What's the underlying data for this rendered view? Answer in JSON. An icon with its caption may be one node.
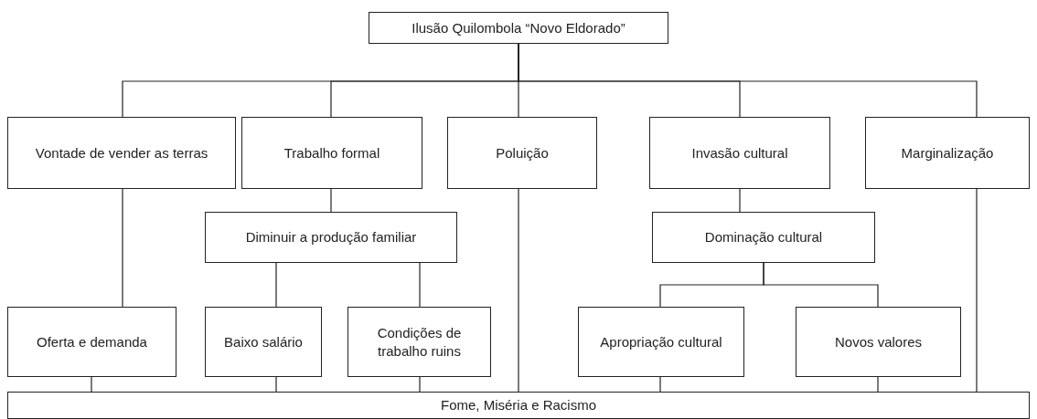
{
  "diagram": {
    "nodes": [
      {
        "text": [
          "Ilusão Quilombola “Novo Eldorado”"
        ]
      },
      {
        "text": [
          "Vontade de vender as terras"
        ]
      },
      {
        "text": [
          "Trabalho formal"
        ]
      },
      {
        "text": [
          "Poluição"
        ]
      },
      {
        "text": [
          "Invasão cultural"
        ]
      },
      {
        "text": [
          "Marginalização"
        ]
      },
      {
        "text": [
          "Diminuir a produção familiar"
        ]
      },
      {
        "text": [
          "Dominação cultural"
        ]
      },
      {
        "text": [
          "Oferta e demanda"
        ]
      },
      {
        "text": [
          "Baixo salário"
        ]
      },
      {
        "text": [
          "Condições de trabalho ruins"
        ]
      },
      {
        "text": [
          "Apropriação cultural"
        ]
      },
      {
        "text": [
          "Novos valores"
        ]
      },
      {
        "text": [
          "Fome, Miséria e Racismo"
        ]
      }
    ],
    "edges": [
      {
        "from": 0,
        "to": 1,
        "arrow": "none"
      },
      {
        "from": 0,
        "to": 2,
        "arrow": "none"
      },
      {
        "from": 0,
        "to": 3,
        "arrow": "none"
      },
      {
        "from": 0,
        "to": 4,
        "arrow": "none"
      },
      {
        "from": 0,
        "to": 5,
        "arrow": "none"
      },
      {
        "from": 2,
        "to": 6,
        "arrow": "none"
      },
      {
        "from": 4,
        "to": 7,
        "arrow": "none"
      },
      {
        "from": 1,
        "to": 8,
        "arrow": "none"
      },
      {
        "from": 6,
        "to": 9,
        "arrow": "none"
      },
      {
        "from": 6,
        "to": 10,
        "arrow": "none"
      },
      {
        "from": 7,
        "to": 11,
        "arrow": "none"
      },
      {
        "from": 7,
        "to": 12,
        "arrow": "none"
      },
      {
        "from": 8,
        "to": 13,
        "arrow": "none"
      },
      {
        "from": 9,
        "to": 13,
        "arrow": "none"
      },
      {
        "from": 10,
        "to": 13,
        "arrow": "none"
      },
      {
        "from": 3,
        "to": 13,
        "arrow": "none"
      },
      {
        "from": 11,
        "to": 13,
        "arrow": "none"
      },
      {
        "from": 12,
        "to": 13,
        "arrow": "none"
      },
      {
        "from": 5,
        "to": 13,
        "arrow": "none"
      }
    ]
  }
}
